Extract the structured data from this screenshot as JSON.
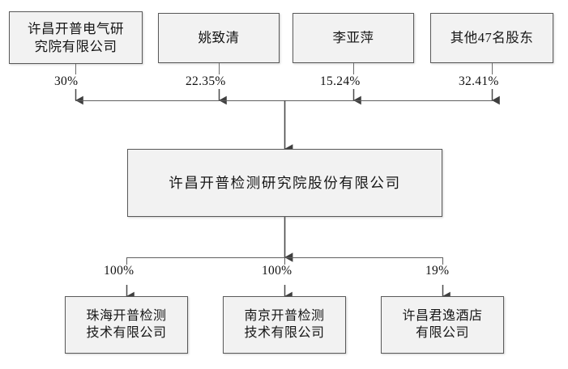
{
  "diagram": {
    "type": "org-ownership-chart",
    "title": "",
    "colors": {
      "box_fill": "#f2f2f2",
      "box_border": "#5a5a5a",
      "edge": "#4a4a4a",
      "text": "#161616",
      "background": "#ffffff"
    },
    "shareholders": [
      {
        "id": "shareholder-1",
        "label": "许昌开普电气研\n究院有限公司",
        "percent": "30%"
      },
      {
        "id": "shareholder-2",
        "label": "姚致清",
        "percent": "22.35%"
      },
      {
        "id": "shareholder-3",
        "label": "李亚萍",
        "percent": "15.24%"
      },
      {
        "id": "shareholder-4",
        "label": "其他47名股东",
        "percent": "32.41%"
      }
    ],
    "company": {
      "id": "central-company",
      "label": "许昌开普检测研究院股份有限公司"
    },
    "subsidiaries": [
      {
        "id": "subsidiary-1",
        "label": "珠海开普检测\n技术有限公司",
        "percent": "100%"
      },
      {
        "id": "subsidiary-2",
        "label": "南京开普检测\n技术有限公司",
        "percent": "100%"
      },
      {
        "id": "subsidiary-3",
        "label": "许昌君逸酒店\n有限公司",
        "percent": "19%"
      }
    ]
  }
}
